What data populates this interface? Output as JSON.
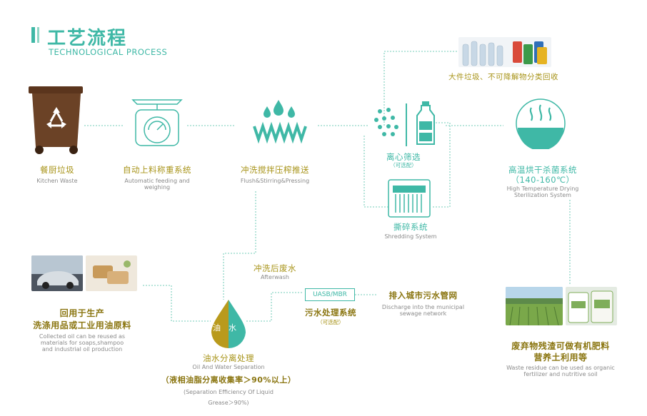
{
  "header": {
    "title": "工艺流程",
    "subtitle": "TECHNOLOGICAL PROCESS"
  },
  "steps": {
    "kitchen_waste": {
      "cn": "餐厨垃圾",
      "en": "Kitchen Waste"
    },
    "feeding": {
      "cn": "自动上料称重系统",
      "en1": "Automatic feeding and",
      "en2": "weighing"
    },
    "flush": {
      "cn": "冲洗搅拌压榨推送",
      "en": "Flush&Stirring&Pressing"
    },
    "centrifugal": {
      "cn": "离心筛选",
      "note": "（可选配）"
    },
    "recycle": {
      "cn": "大件垃圾、不可降解物分类回收"
    },
    "shredding": {
      "cn": "撕碎系统",
      "en": "Shredding System"
    },
    "drying": {
      "cn": "高温烘干杀菌系统",
      "temp": "（140-160℃）",
      "en1": "High Temperature Drying",
      "en2": "Sterilization System"
    },
    "afterwash": {
      "cn": "冲洗后废水",
      "en": "Afterwash"
    },
    "uasb": {
      "label": "UASB/MBR",
      "cn": "污水处理系统",
      "note": "（可选配）"
    },
    "sewage": {
      "cn": "排入城市污水管网",
      "en1": "Discharge into the municipal",
      "en2": "sewage network"
    },
    "oil_water": {
      "cn": "油水分离处理",
      "en": "Oil And Water Separation",
      "rate": "（液相油脂分离收集率＞90%以上）",
      "rate_en1": "(Separation Efficiency Of Liquid",
      "rate_en2": "Grease＞90%)",
      "oil": "油",
      "water": "水"
    },
    "reuse": {
      "cn1": "回用于生产",
      "cn2": "洗涤用品或工业用油原料",
      "en1": "Collected oil can be reused as",
      "en2": "materials for soaps,shampoo",
      "en3": "and industrial oil production"
    },
    "fertilizer": {
      "cn1": "废弃物残渣可做有机肥料",
      "cn2": "营养土利用等",
      "en1": "Waste residue can be used as organic",
      "en2": "fertilizer and nutritive soil"
    }
  },
  "colors": {
    "teal": "#3fb8a6",
    "brown": "#6b4226",
    "gold": "#a8941a",
    "line": "#8fd6c6"
  }
}
